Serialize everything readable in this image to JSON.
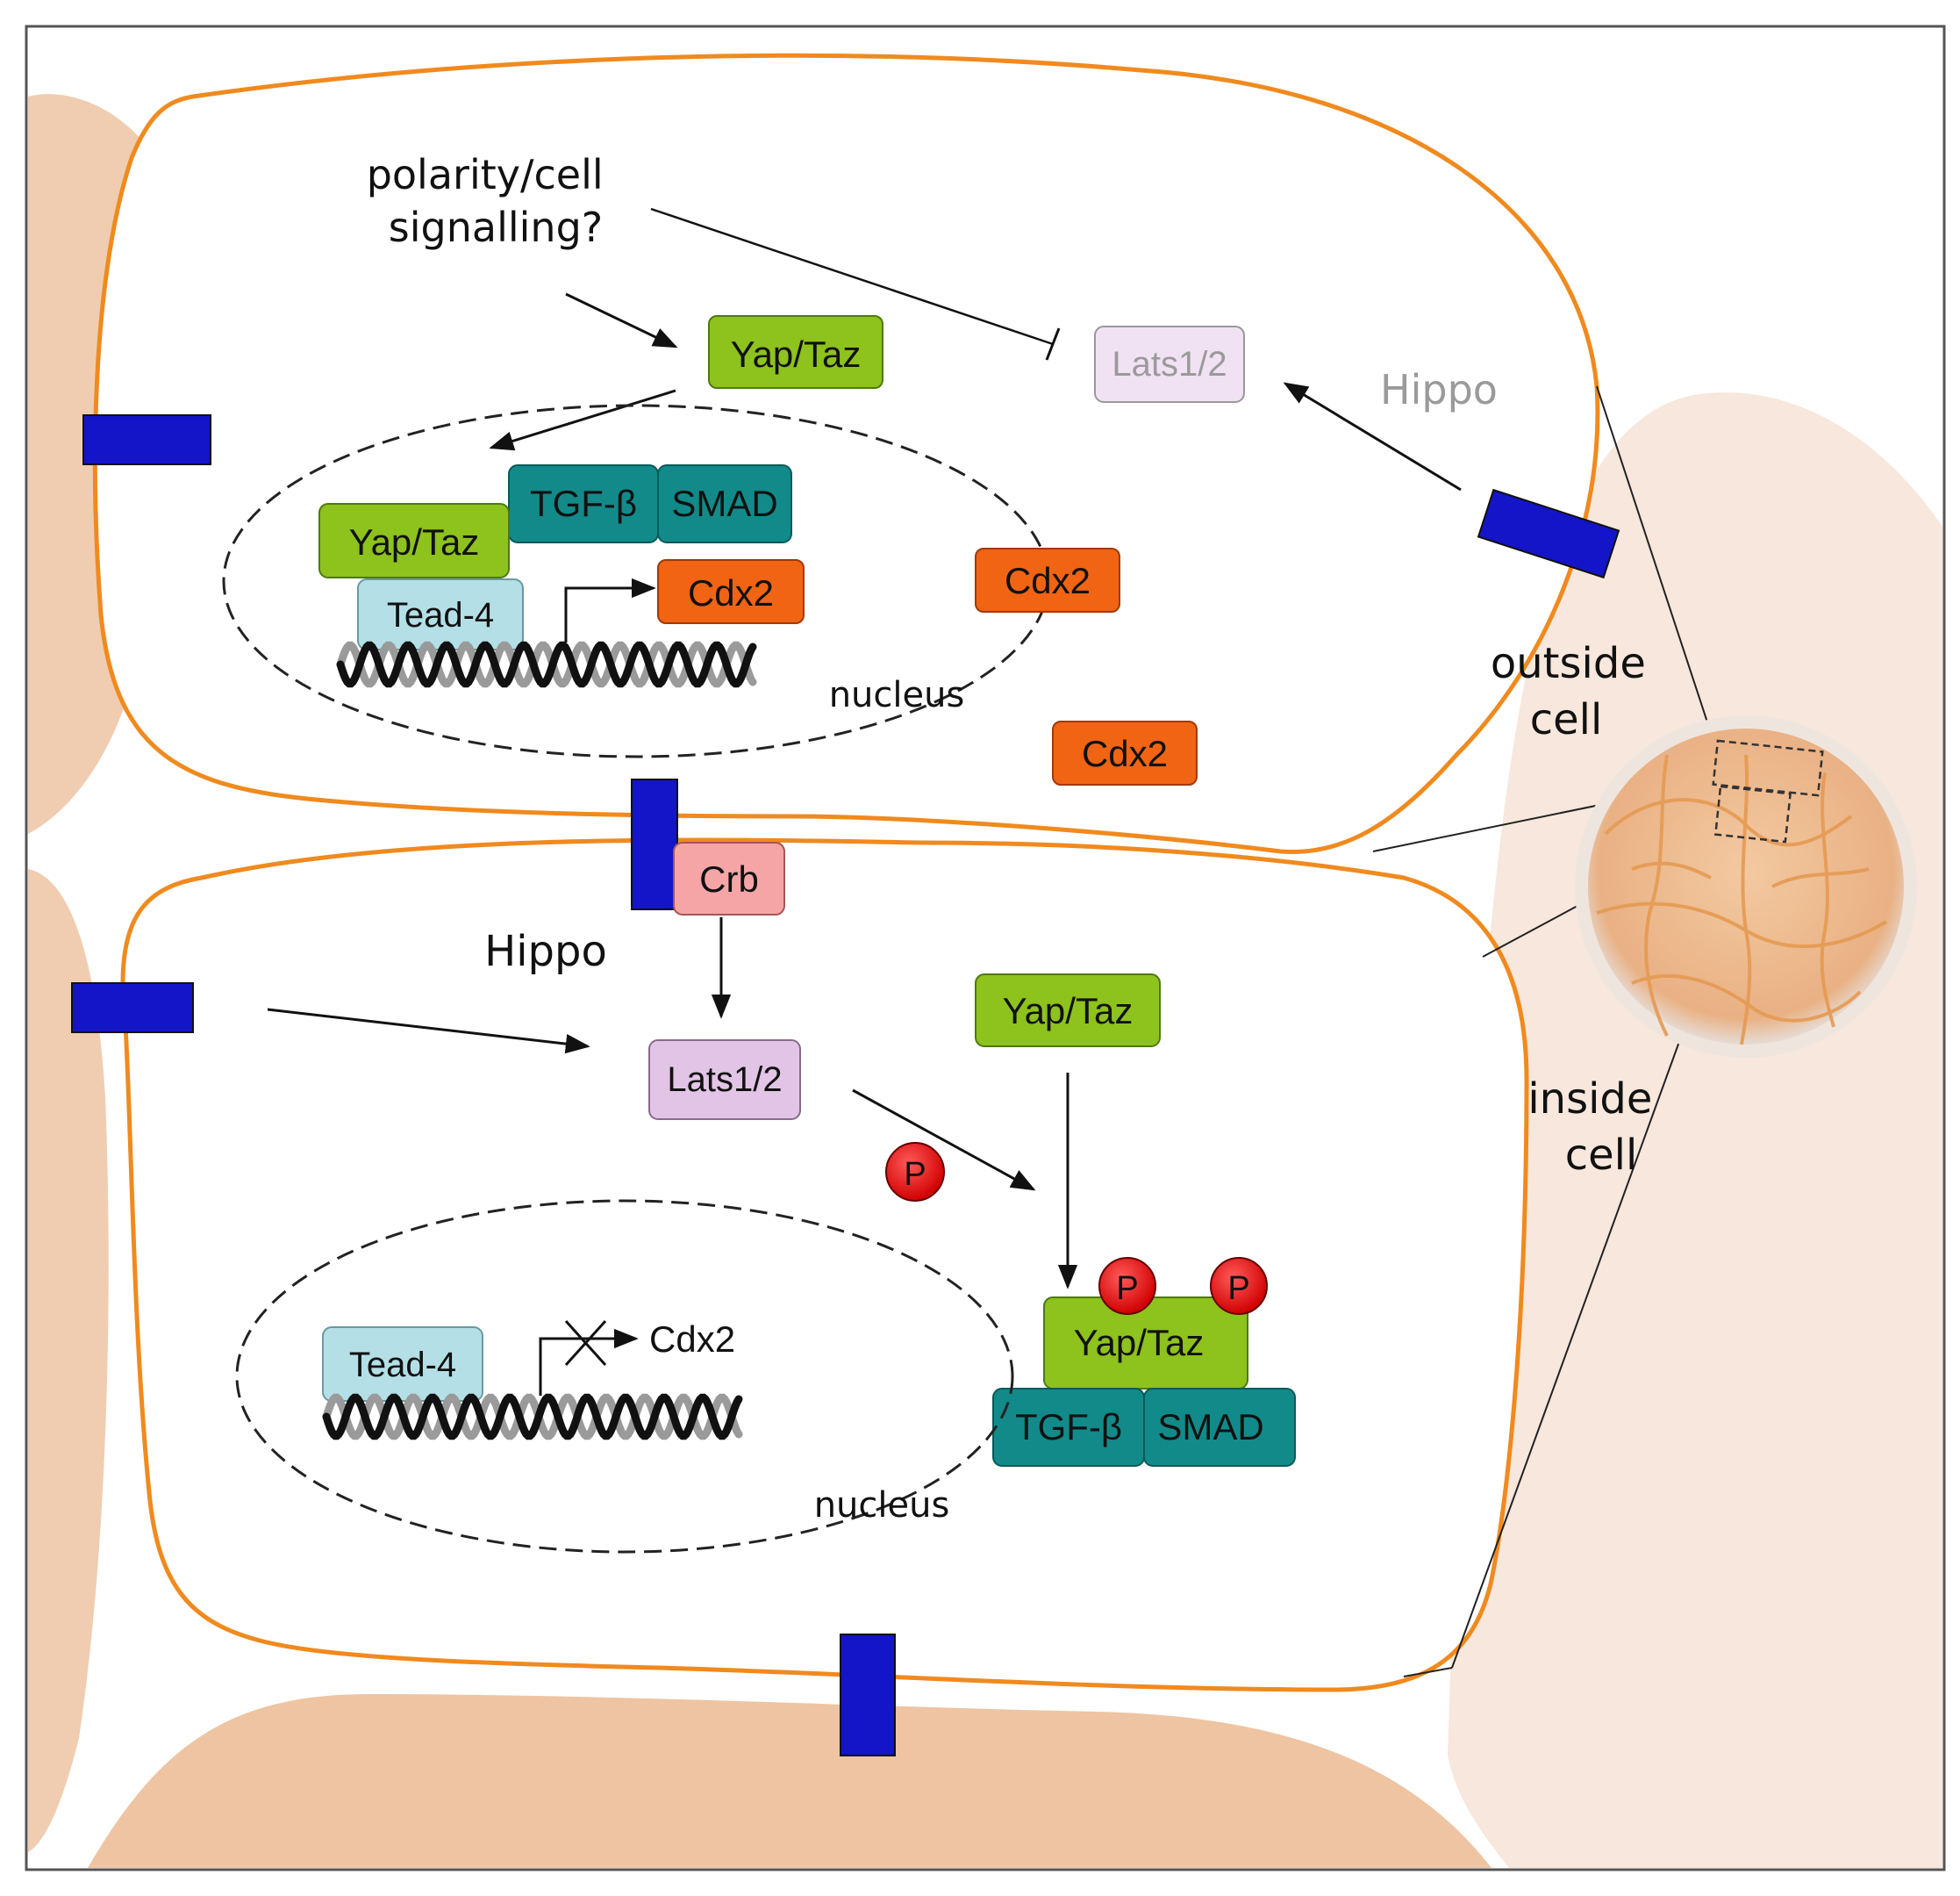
{
  "colors": {
    "membrane": "#f08a1e",
    "tissue": "#f0c9a8",
    "junction": "#1414c8",
    "yap": "#8ec21c",
    "tgf": "#128a8a",
    "tead": "#b4dfe6",
    "cdx": "#f06414",
    "lats": "#e2c4e6",
    "crb": "#f5a5a5",
    "phospho": "#e01010"
  },
  "icons": {
    "dna": "dna-helix-icon",
    "phosphate": "phosphate-circle-icon",
    "embryo": "embryo-icon"
  },
  "outside_cell": {
    "label": "outside\ncell",
    "polarity_label": "polarity/cell\nsignalling?",
    "yap_taz": "Yap/Taz",
    "lats": "Lats1/2",
    "hippo": "Hippo",
    "nucleus_label": "nucleus",
    "nucleus": {
      "yap_taz": "Yap/Taz",
      "tgf_beta": "TGF-β",
      "smad": "SMAD",
      "tead": "Tead-4",
      "cdx2": "Cdx2"
    },
    "cdx2_a": "Cdx2",
    "cdx2_b": "Cdx2"
  },
  "junction": {
    "crb": "Crb"
  },
  "inside_cell": {
    "label": "inside\ncell",
    "hippo": "Hippo",
    "lats": "Lats1/2",
    "yap_taz": "Yap/Taz",
    "phospho": "P",
    "complex": {
      "yap_taz": "Yap/Taz",
      "tgf_beta": "TGF-β",
      "smad": "SMAD",
      "p1": "P",
      "p2": "P"
    },
    "nucleus_label": "nucleus",
    "nucleus": {
      "tead": "Tead-4",
      "cdx2": "Cdx2"
    }
  }
}
